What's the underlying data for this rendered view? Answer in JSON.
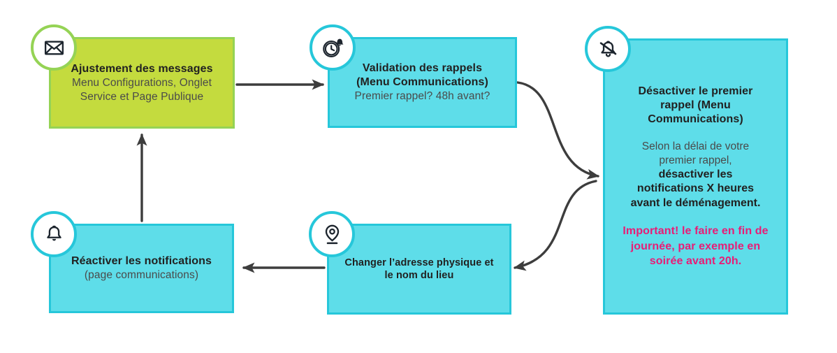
{
  "diagram_title": "",
  "colors": {
    "green_fill": "#c4db3e",
    "green_border": "#95d355",
    "cyan_fill": "#5edde9",
    "cyan_border": "#26c7da",
    "pink": "#e91c76",
    "dark_text": "#212121",
    "muted_text": "#4a4a4a",
    "arrow": "#3d3d3d"
  },
  "nodes": {
    "adjust_messages": {
      "icon": "envelope-icon",
      "title": "Ajustement des messages",
      "subtitle": "Menu Configurations, Onglet Service et Page Publique"
    },
    "validate_reminders": {
      "icon": "alarm-clock-bell-icon",
      "title": "Validation des rappels (Menu Communications)",
      "subtitle": "Premier rappel? 48h avant?"
    },
    "disable_first_reminder": {
      "icon": "bell-off-icon",
      "title": "Désactiver le premier rappel (Menu Communications)",
      "body_intro": "Selon la délai de votre premier rappel,",
      "body_emphasis": "désactiver les notifications X heures avant le déménagement.",
      "important_note": "Important! le faire en fin de journée, par exemple en soirée avant 20h."
    },
    "change_address": {
      "icon": "location-pin-icon",
      "title": "Changer l’adresse physique et le nom du lieu"
    },
    "reactivate_notifications": {
      "icon": "bell-icon",
      "title": "Réactiver les notifications",
      "subtitle": "(page communications)"
    }
  },
  "flow": [
    "adjust_messages → validate_reminders",
    "validate_reminders → disable_first_reminder",
    "disable_first_reminder → change_address",
    "change_address → reactivate_notifications",
    "reactivate_notifications → adjust_messages"
  ]
}
